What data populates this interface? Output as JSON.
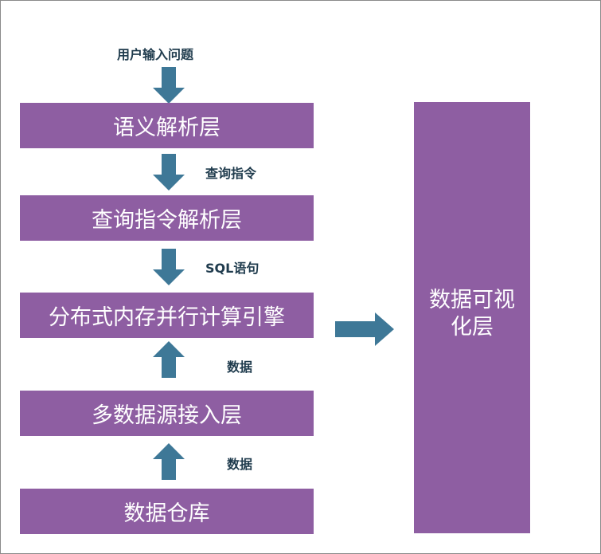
{
  "diagram": {
    "input_label": "用户输入问题",
    "layers": [
      "语义解析层",
      "查询指令解析层",
      "分布式内存并行计算引擎",
      "多数据源接入层",
      "数据仓库"
    ],
    "edge_labels": {
      "semantic_to_query": "查询指令",
      "query_to_engine": "SQL语句",
      "source_to_engine": "数据",
      "warehouse_to_source": "数据"
    },
    "viz_layer": "数据可视化层",
    "colors": {
      "box": "#8e5ea2",
      "arrow": "#3e7897",
      "label": "#1f3b4d"
    }
  }
}
